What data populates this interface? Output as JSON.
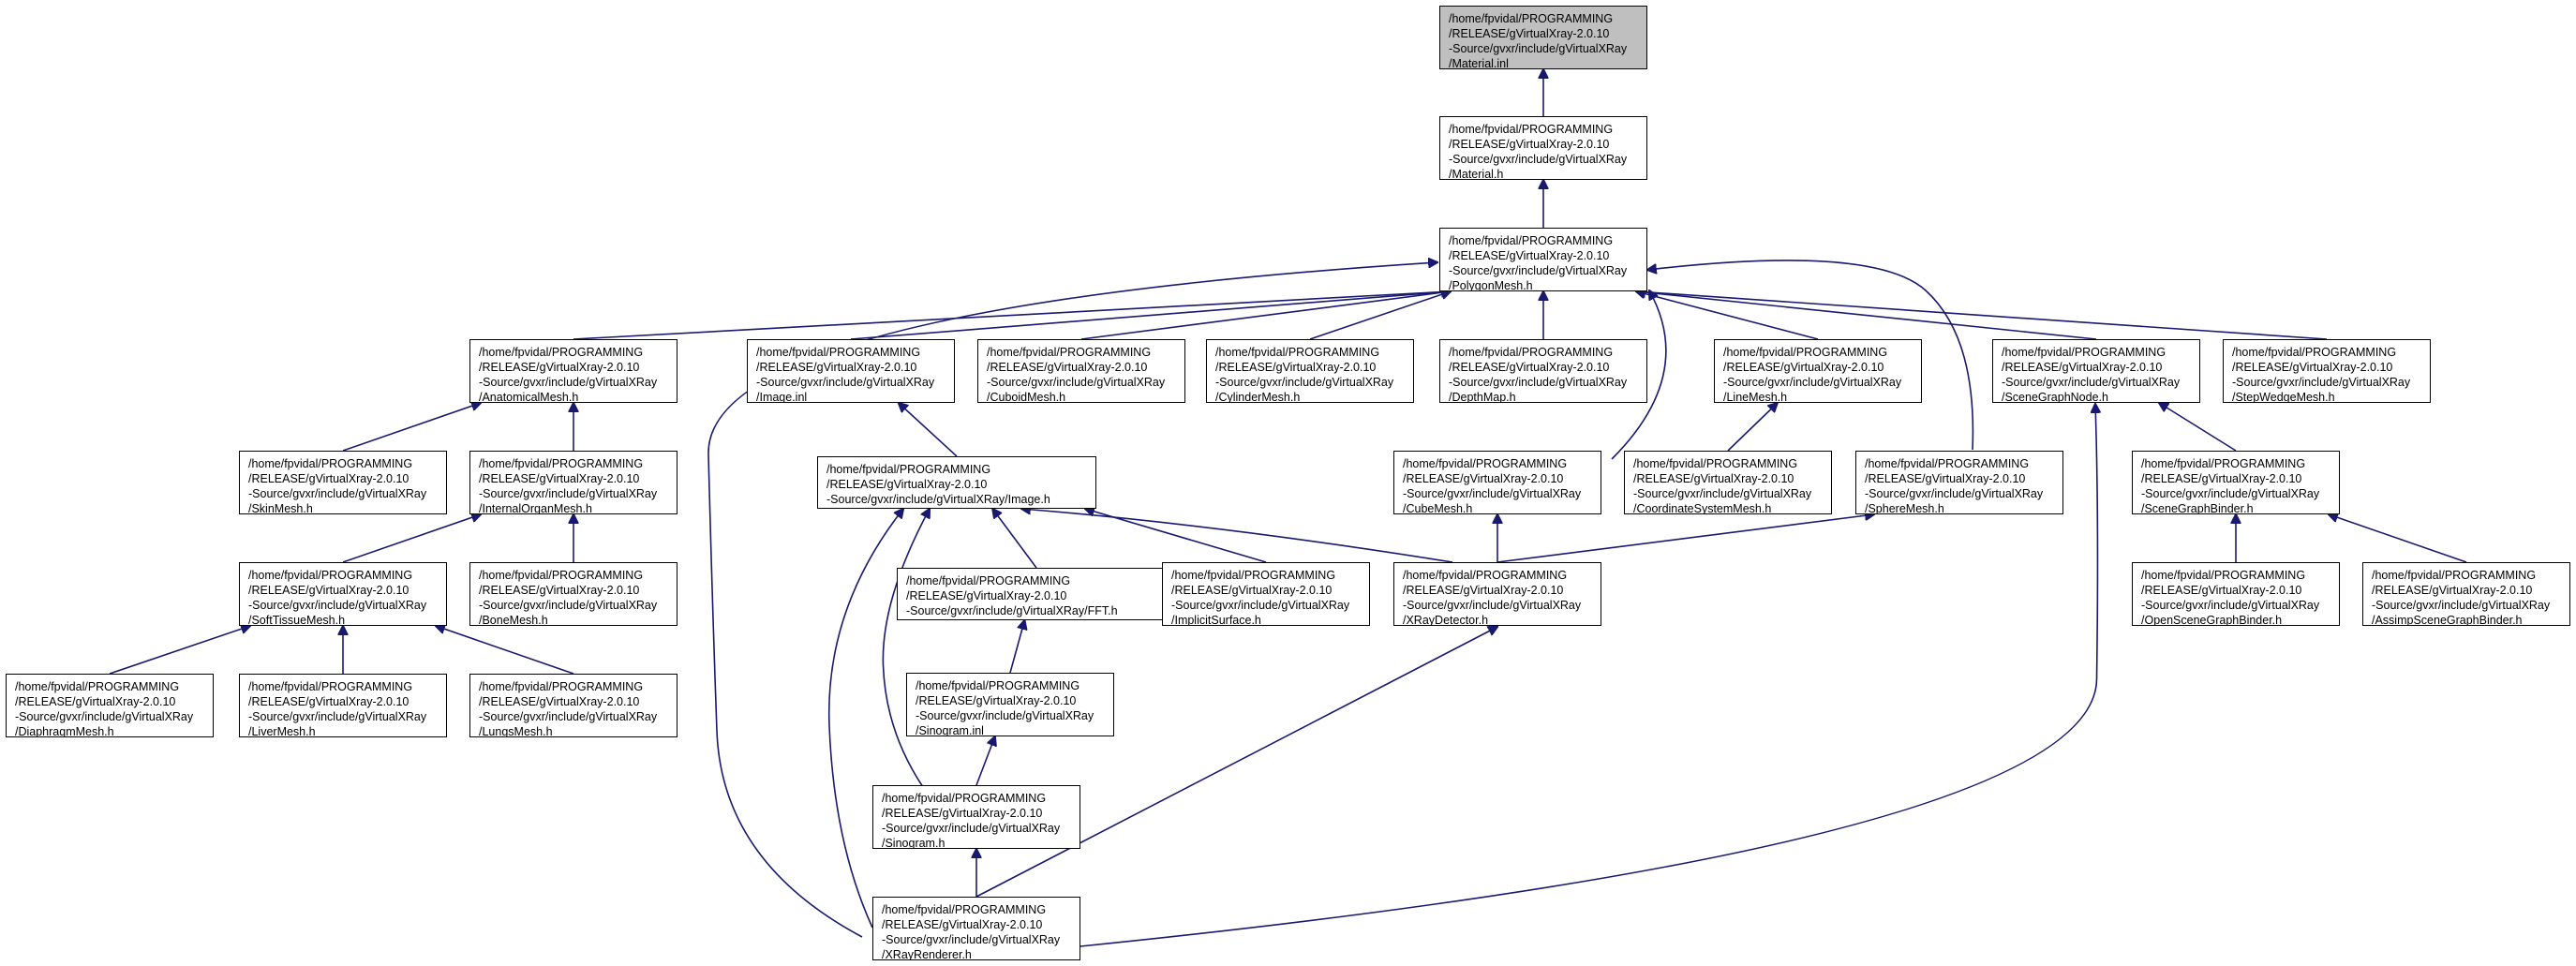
{
  "colors": {
    "edge": "#191970",
    "root_fill": "#bfbfbf",
    "node_fill": "#ffffff",
    "border": "#000000"
  },
  "nodes": {
    "material_inl": {
      "lines": [
        "/home/fpvidal/PROGRAMMING",
        "/RELEASE/gVirtualXray-2.0.10",
        "-Source/gvxr/include/gVirtualXRay",
        "/Material.inl"
      ]
    },
    "material_h": {
      "lines": [
        "/home/fpvidal/PROGRAMMING",
        "/RELEASE/gVirtualXray-2.0.10",
        "-Source/gvxr/include/gVirtualXRay",
        "/Material.h"
      ]
    },
    "polygonmesh": {
      "lines": [
        "/home/fpvidal/PROGRAMMING",
        "/RELEASE/gVirtualXray-2.0.10",
        "-Source/gvxr/include/gVirtualXRay",
        "/PolygonMesh.h"
      ]
    },
    "anatomicalmesh": {
      "lines": [
        "/home/fpvidal/PROGRAMMING",
        "/RELEASE/gVirtualXray-2.0.10",
        "-Source/gvxr/include/gVirtualXRay",
        "/AnatomicalMesh.h"
      ]
    },
    "image_inl": {
      "lines": [
        "/home/fpvidal/PROGRAMMING",
        "/RELEASE/gVirtualXray-2.0.10",
        "-Source/gvxr/include/gVirtualXRay",
        "/Image.inl"
      ]
    },
    "cuboidmesh": {
      "lines": [
        "/home/fpvidal/PROGRAMMING",
        "/RELEASE/gVirtualXray-2.0.10",
        "-Source/gvxr/include/gVirtualXRay",
        "/CuboidMesh.h"
      ]
    },
    "cylindermesh": {
      "lines": [
        "/home/fpvidal/PROGRAMMING",
        "/RELEASE/gVirtualXray-2.0.10",
        "-Source/gvxr/include/gVirtualXRay",
        "/CylinderMesh.h"
      ]
    },
    "depthmap": {
      "lines": [
        "/home/fpvidal/PROGRAMMING",
        "/RELEASE/gVirtualXray-2.0.10",
        "-Source/gvxr/include/gVirtualXRay",
        "/DepthMap.h"
      ]
    },
    "linemesh": {
      "lines": [
        "/home/fpvidal/PROGRAMMING",
        "/RELEASE/gVirtualXray-2.0.10",
        "-Source/gvxr/include/gVirtualXRay",
        "/LineMesh.h"
      ]
    },
    "scenegraphnode": {
      "lines": [
        "/home/fpvidal/PROGRAMMING",
        "/RELEASE/gVirtualXray-2.0.10",
        "-Source/gvxr/include/gVirtualXRay",
        "/SceneGraphNode.h"
      ]
    },
    "stepwedgemesh": {
      "lines": [
        "/home/fpvidal/PROGRAMMING",
        "/RELEASE/gVirtualXray-2.0.10",
        "-Source/gvxr/include/gVirtualXRay",
        "/StepWedgeMesh.h"
      ]
    },
    "skinmesh": {
      "lines": [
        "/home/fpvidal/PROGRAMMING",
        "/RELEASE/gVirtualXray-2.0.10",
        "-Source/gvxr/include/gVirtualXRay",
        "/SkinMesh.h"
      ]
    },
    "internalorgan": {
      "lines": [
        "/home/fpvidal/PROGRAMMING",
        "/RELEASE/gVirtualXray-2.0.10",
        "-Source/gvxr/include/gVirtualXRay",
        "/InternalOrganMesh.h"
      ]
    },
    "image_h": {
      "lines": [
        "/home/fpvidal/PROGRAMMING",
        "/RELEASE/gVirtualXray-2.0.10",
        "-Source/gvxr/include/gVirtualXRay/Image.h"
      ]
    },
    "cubemesh": {
      "lines": [
        "/home/fpvidal/PROGRAMMING",
        "/RELEASE/gVirtualXray-2.0.10",
        "-Source/gvxr/include/gVirtualXRay",
        "/CubeMesh.h"
      ]
    },
    "coordsys": {
      "lines": [
        "/home/fpvidal/PROGRAMMING",
        "/RELEASE/gVirtualXray-2.0.10",
        "-Source/gvxr/include/gVirtualXRay",
        "/CoordinateSystemMesh.h"
      ]
    },
    "spheremesh": {
      "lines": [
        "/home/fpvidal/PROGRAMMING",
        "/RELEASE/gVirtualXray-2.0.10",
        "-Source/gvxr/include/gVirtualXRay",
        "/SphereMesh.h"
      ]
    },
    "scenegraphbinder": {
      "lines": [
        "/home/fpvidal/PROGRAMMING",
        "/RELEASE/gVirtualXray-2.0.10",
        "-Source/gvxr/include/gVirtualXRay",
        "/SceneGraphBinder.h"
      ]
    },
    "softtissue": {
      "lines": [
        "/home/fpvidal/PROGRAMMING",
        "/RELEASE/gVirtualXray-2.0.10",
        "-Source/gvxr/include/gVirtualXRay",
        "/SoftTissueMesh.h"
      ]
    },
    "bonemesh": {
      "lines": [
        "/home/fpvidal/PROGRAMMING",
        "/RELEASE/gVirtualXray-2.0.10",
        "-Source/gvxr/include/gVirtualXRay",
        "/BoneMesh.h"
      ]
    },
    "fft": {
      "lines": [
        "/home/fpvidal/PROGRAMMING",
        "/RELEASE/gVirtualXray-2.0.10",
        "-Source/gvxr/include/gVirtualXRay/FFT.h"
      ]
    },
    "implicitsurface": {
      "lines": [
        "/home/fpvidal/PROGRAMMING",
        "/RELEASE/gVirtualXray-2.0.10",
        "-Source/gvxr/include/gVirtualXRay",
        "/ImplicitSurface.h"
      ]
    },
    "xraydetector": {
      "lines": [
        "/home/fpvidal/PROGRAMMING",
        "/RELEASE/gVirtualXray-2.0.10",
        "-Source/gvxr/include/gVirtualXRay",
        "/XRayDetector.h"
      ]
    },
    "openscenegraph": {
      "lines": [
        "/home/fpvidal/PROGRAMMING",
        "/RELEASE/gVirtualXray-2.0.10",
        "-Source/gvxr/include/gVirtualXRay",
        "/OpenSceneGraphBinder.h"
      ]
    },
    "assimpscenegraph": {
      "lines": [
        "/home/fpvidal/PROGRAMMING",
        "/RELEASE/gVirtualXray-2.0.10",
        "-Source/gvxr/include/gVirtualXRay",
        "/AssimpSceneGraphBinder.h"
      ]
    },
    "diaphragm": {
      "lines": [
        "/home/fpvidal/PROGRAMMING",
        "/RELEASE/gVirtualXray-2.0.10",
        "-Source/gvxr/include/gVirtualXRay",
        "/DiaphragmMesh.h"
      ]
    },
    "livermesh": {
      "lines": [
        "/home/fpvidal/PROGRAMMING",
        "/RELEASE/gVirtualXray-2.0.10",
        "-Source/gvxr/include/gVirtualXRay",
        "/LiverMesh.h"
      ]
    },
    "lungsmesh": {
      "lines": [
        "/home/fpvidal/PROGRAMMING",
        "/RELEASE/gVirtualXray-2.0.10",
        "-Source/gvxr/include/gVirtualXRay",
        "/LungsMesh.h"
      ]
    },
    "sinogram_inl": {
      "lines": [
        "/home/fpvidal/PROGRAMMING",
        "/RELEASE/gVirtualXray-2.0.10",
        "-Source/gvxr/include/gVirtualXRay",
        "/Sinogram.inl"
      ]
    },
    "sinogram_h": {
      "lines": [
        "/home/fpvidal/PROGRAMMING",
        "/RELEASE/gVirtualXray-2.0.10",
        "-Source/gvxr/include/gVirtualXRay",
        "/Sinogram.h"
      ]
    },
    "xrayrenderer": {
      "lines": [
        "/home/fpvidal/PROGRAMMING",
        "/RELEASE/gVirtualXray-2.0.10",
        "-Source/gvxr/include/gVirtualXRay",
        "/XRayRenderer.h"
      ]
    }
  },
  "edges": [
    [
      "material_h",
      "material_inl"
    ],
    [
      "polygonmesh",
      "material_h"
    ],
    [
      "anatomicalmesh",
      "polygonmesh"
    ],
    [
      "image_inl",
      "polygonmesh"
    ],
    [
      "cuboidmesh",
      "polygonmesh"
    ],
    [
      "cylindermesh",
      "polygonmesh"
    ],
    [
      "depthmap",
      "polygonmesh"
    ],
    [
      "linemesh",
      "polygonmesh"
    ],
    [
      "scenegraphnode",
      "polygonmesh"
    ],
    [
      "stepwedgemesh",
      "polygonmesh"
    ],
    [
      "cubemesh",
      "polygonmesh"
    ],
    [
      "spheremesh",
      "polygonmesh"
    ],
    [
      "xrayrenderer",
      "polygonmesh"
    ],
    [
      "skinmesh",
      "anatomicalmesh"
    ],
    [
      "internalorgan",
      "anatomicalmesh"
    ],
    [
      "image_h",
      "image_inl"
    ],
    [
      "coordsys",
      "linemesh"
    ],
    [
      "scenegraphbinder",
      "scenegraphnode"
    ],
    [
      "xrayrenderer",
      "scenegraphnode"
    ],
    [
      "softtissue",
      "internalorgan"
    ],
    [
      "bonemesh",
      "internalorgan"
    ],
    [
      "fft",
      "image_h"
    ],
    [
      "implicitsurface",
      "image_h"
    ],
    [
      "xraydetector",
      "image_h"
    ],
    [
      "sinogram_h",
      "image_h"
    ],
    [
      "xrayrenderer",
      "image_h"
    ],
    [
      "xraydetector",
      "cubemesh"
    ],
    [
      "xraydetector",
      "spheremesh"
    ],
    [
      "openscenegraph",
      "scenegraphbinder"
    ],
    [
      "assimpscenegraph",
      "scenegraphbinder"
    ],
    [
      "diaphragm",
      "softtissue"
    ],
    [
      "livermesh",
      "softtissue"
    ],
    [
      "lungsmesh",
      "softtissue"
    ],
    [
      "sinogram_inl",
      "fft"
    ],
    [
      "xrayrenderer",
      "xraydetector"
    ],
    [
      "sinogram_h",
      "sinogram_inl"
    ],
    [
      "xrayrenderer",
      "sinogram_h"
    ]
  ]
}
